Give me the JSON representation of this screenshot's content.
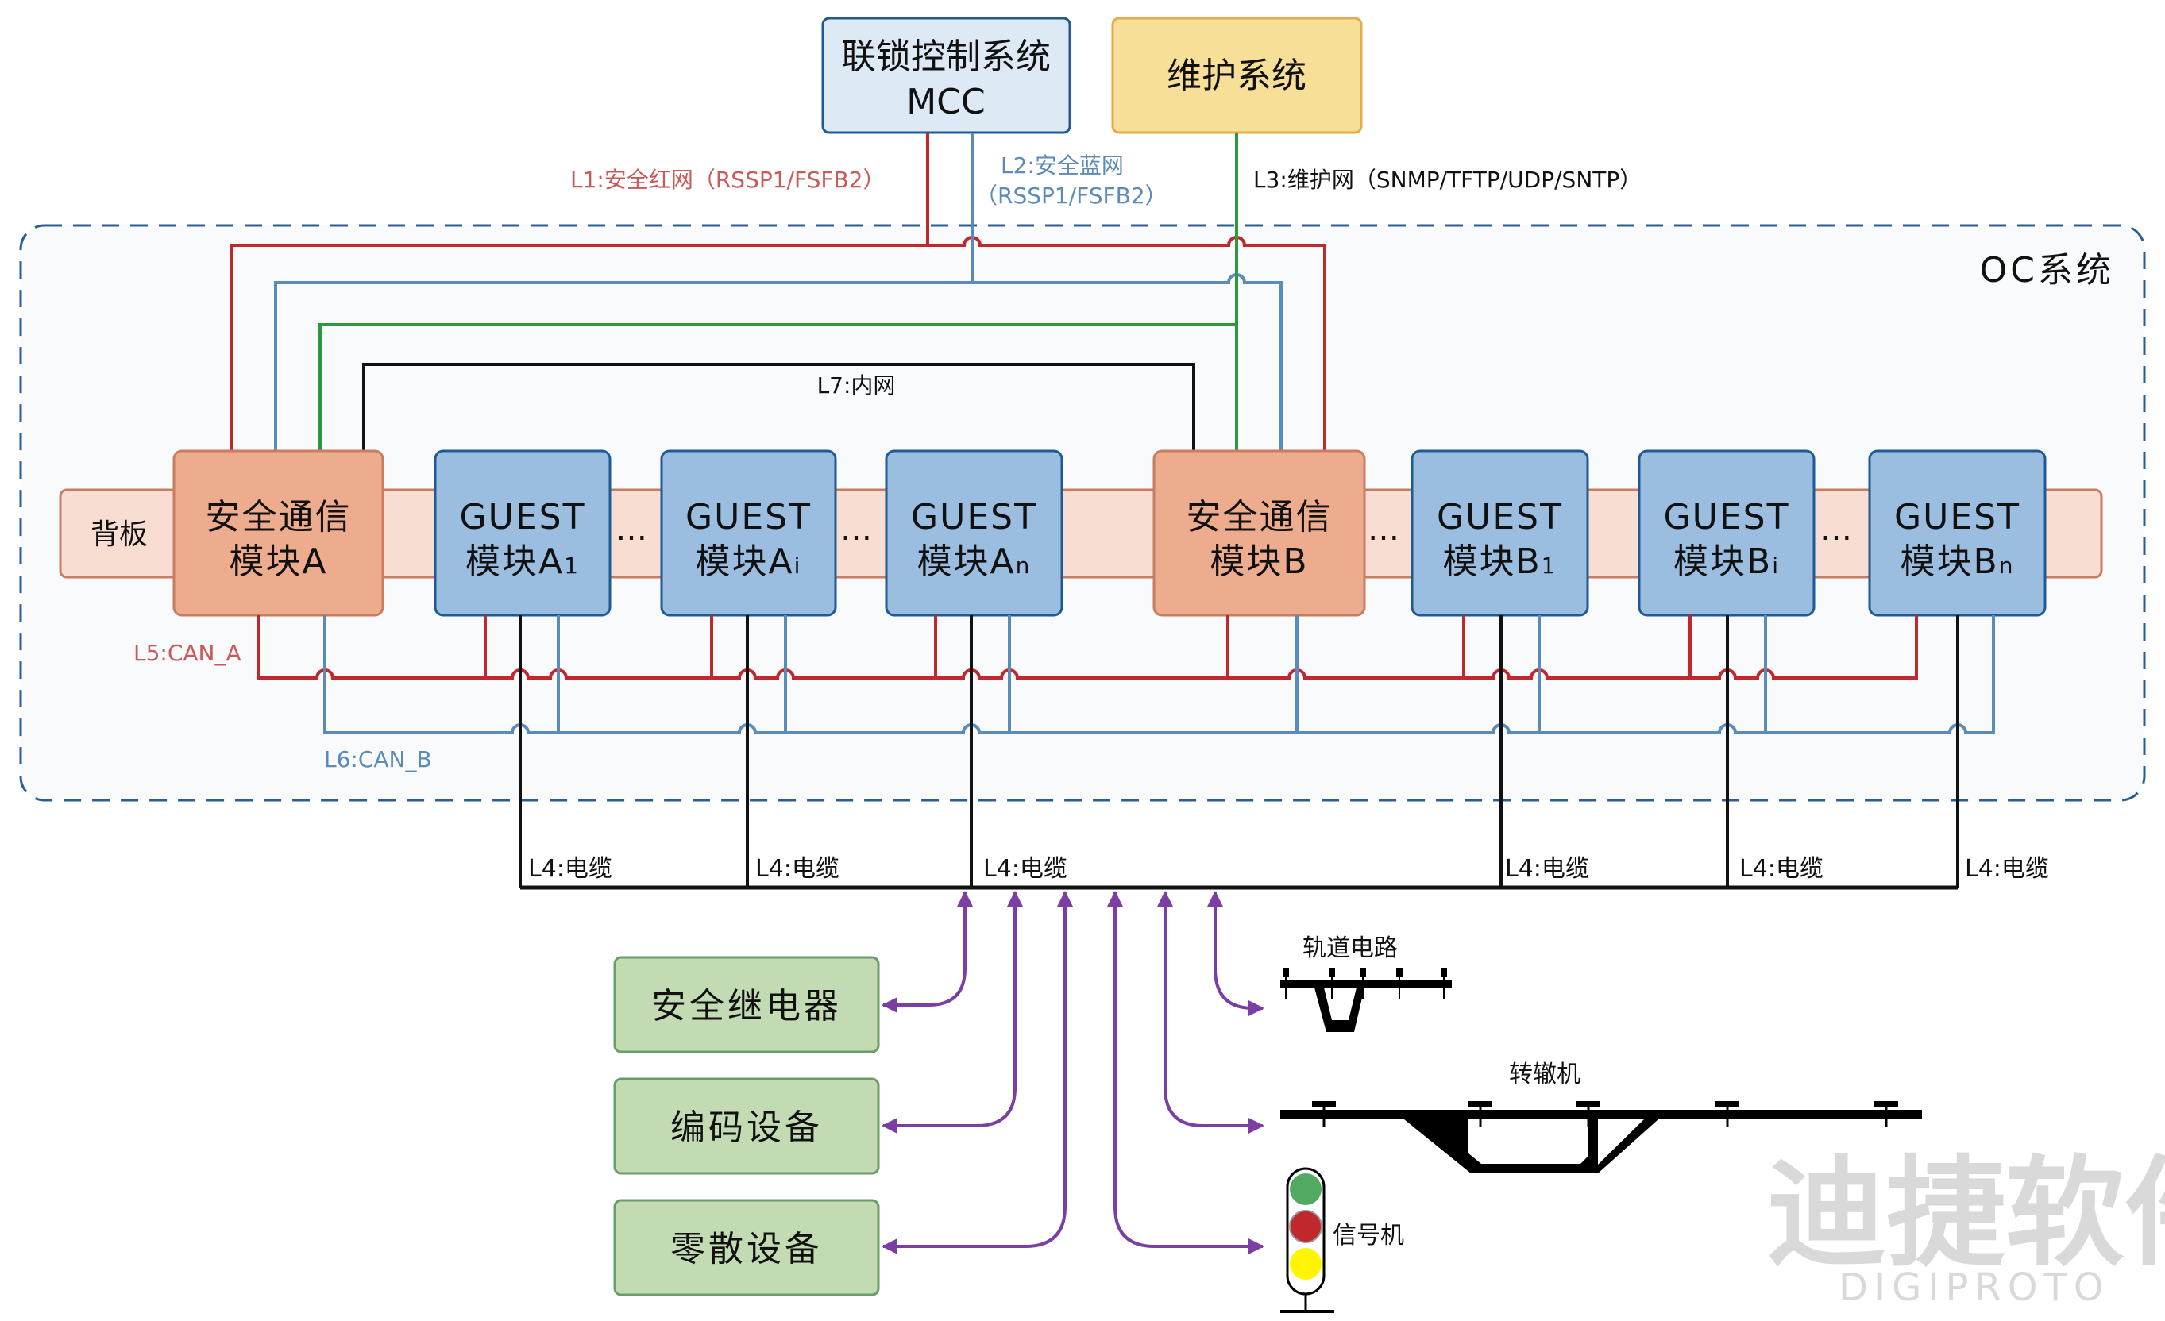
{
  "title": "OC系统 通信架构",
  "colors": {
    "red_net": "#c0282d",
    "blue_net": "#5b8bb8",
    "green_net": "#2b9a3e",
    "black_net": "#111111",
    "purple_link": "#7b3fa3",
    "safety_module_fill": "#eeac8f",
    "guest_module_fill": "#9bbddf",
    "mcc_fill": "#dde9f4",
    "maint_fill": "#f8df98",
    "device_fill": "#c2dbb3",
    "backplane_fill": "#f7ddd2"
  },
  "top_systems": {
    "mcc": {
      "line1": "联锁控制系统",
      "line2": "MCC"
    },
    "maintenance": {
      "label": "维护系统"
    }
  },
  "network_labels": {
    "l1": "L1:安全红网（RSSP1/FSFB2）",
    "l2_line1": "L2:安全蓝网",
    "l2_line2": "（RSSP1/FSFB2）",
    "l3": "L3:维护网（SNMP/TFTP/UDP/SNTP）",
    "l7": "L7:内网",
    "l5": "L5:CAN_A",
    "l6": "L6:CAN_B",
    "l4": "L4:电缆"
  },
  "oc_system": {
    "label": "OC系统"
  },
  "backplane": {
    "label": "背板"
  },
  "modules": [
    {
      "id": "safety-a",
      "line1": "安全通信",
      "line2": "模块A",
      "sub": "",
      "type": "safety"
    },
    {
      "id": "guest-a1",
      "line1": "GUEST",
      "line2": "模块A",
      "sub": "1",
      "type": "guest"
    },
    {
      "id": "guest-ai",
      "line1": "GUEST",
      "line2": "模块A",
      "sub": "i",
      "type": "guest"
    },
    {
      "id": "guest-an",
      "line1": "GUEST",
      "line2": "模块A",
      "sub": "n",
      "type": "guest"
    },
    {
      "id": "safety-b",
      "line1": "安全通信",
      "line2": "模块B",
      "sub": "",
      "type": "safety"
    },
    {
      "id": "guest-b1",
      "line1": "GUEST",
      "line2": "模块B",
      "sub": "1",
      "type": "guest"
    },
    {
      "id": "guest-bi",
      "line1": "GUEST",
      "line2": "模块B",
      "sub": "i",
      "type": "guest"
    },
    {
      "id": "guest-bn",
      "line1": "GUEST",
      "line2": "模块B",
      "sub": "n",
      "type": "guest"
    }
  ],
  "ellipsis": "…",
  "field_devices": [
    {
      "label": "安全继电器"
    },
    {
      "label": "编码设备"
    },
    {
      "label": "零散设备"
    }
  ],
  "trackside": {
    "track_circuit": "轨道电路",
    "switch_machine": "转辙机",
    "signal": "信号机"
  },
  "watermark": {
    "cn": "迪捷软件",
    "en": "DIGIPROTO"
  }
}
